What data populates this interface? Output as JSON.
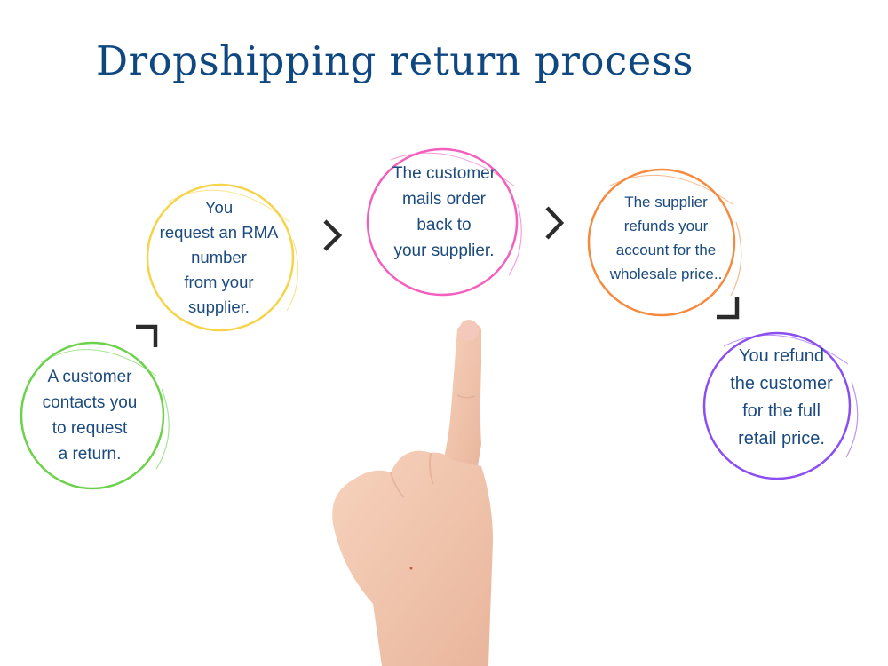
{
  "title": "Dropshipping return process",
  "colors": {
    "title": "#0f4880",
    "text": "#1b4a7e",
    "arrow": "#2b2b2b"
  },
  "steps": [
    {
      "text": "A customer\ncontacts you\nto request\n a return.",
      "color": "#6dd24b"
    },
    {
      "text": "You\nrequest an RMA\nnumber\nfrom your\n supplier.",
      "color": "#f5d44a"
    },
    {
      "text": "The customer\nmails order\nback to\nyour supplier.",
      "color": "#f45fbe"
    },
    {
      "text": "The supplier\nrefunds your\naccount for the\nwholesale price..",
      "color": "#f58a3f"
    },
    {
      "text": "You refund\nthe customer\nfor the full\nretail price.",
      "color": "#8b4ef0"
    }
  ],
  "connectors": [
    {
      "icon": "corner-arrow-up-icon"
    },
    {
      "icon": "chevron-right-icon"
    },
    {
      "icon": "chevron-right-icon"
    },
    {
      "icon": "corner-arrow-down-icon"
    }
  ],
  "illustration": {
    "icon": "pointing-hand-icon"
  }
}
